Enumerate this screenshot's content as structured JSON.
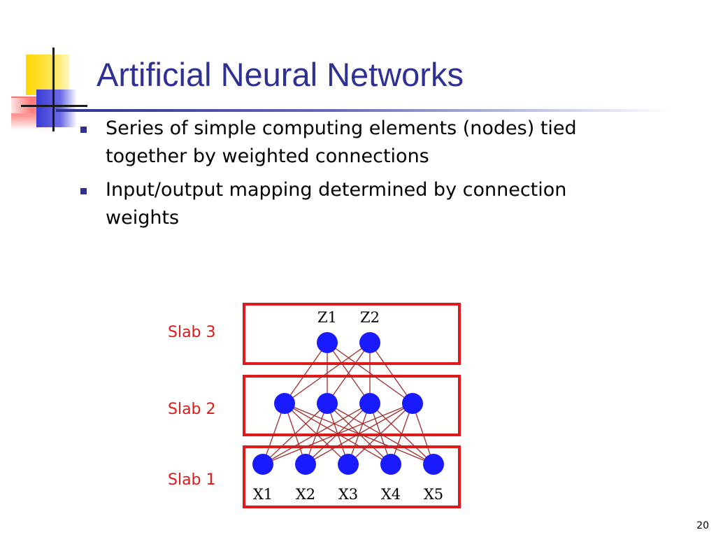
{
  "slide": {
    "title": "Artificial Neural Networks",
    "bullets": [
      "Series of simple computing elements (nodes) tied together by weighted connections",
      "Input/output mapping determined by connection weights"
    ],
    "page_number": "20"
  },
  "diagram": {
    "slab_labels": [
      "Slab 3",
      "Slab 2",
      "Slab 1"
    ],
    "layers": [
      {
        "slab": "Slab 3",
        "nodes": [
          "Z1",
          "Z2"
        ]
      },
      {
        "slab": "Slab 2",
        "nodes": [
          "",
          "",
          "",
          ""
        ]
      },
      {
        "slab": "Slab 1",
        "nodes": [
          "X1",
          "X2",
          "X3",
          "X4",
          "X5"
        ]
      }
    ],
    "connectivity": "fully connected between adjacent slabs"
  },
  "colors": {
    "title": "#2e3192",
    "bullet_marker": "#2e3192",
    "slab_border": "#e01a1a",
    "slab_label": "#e01a1a",
    "node": "#1a1aff",
    "connection": "#a52a2a",
    "logo_yellow": "#ffd700",
    "logo_blue": "#3b3bd6",
    "logo_red": "#ff6b6b"
  }
}
